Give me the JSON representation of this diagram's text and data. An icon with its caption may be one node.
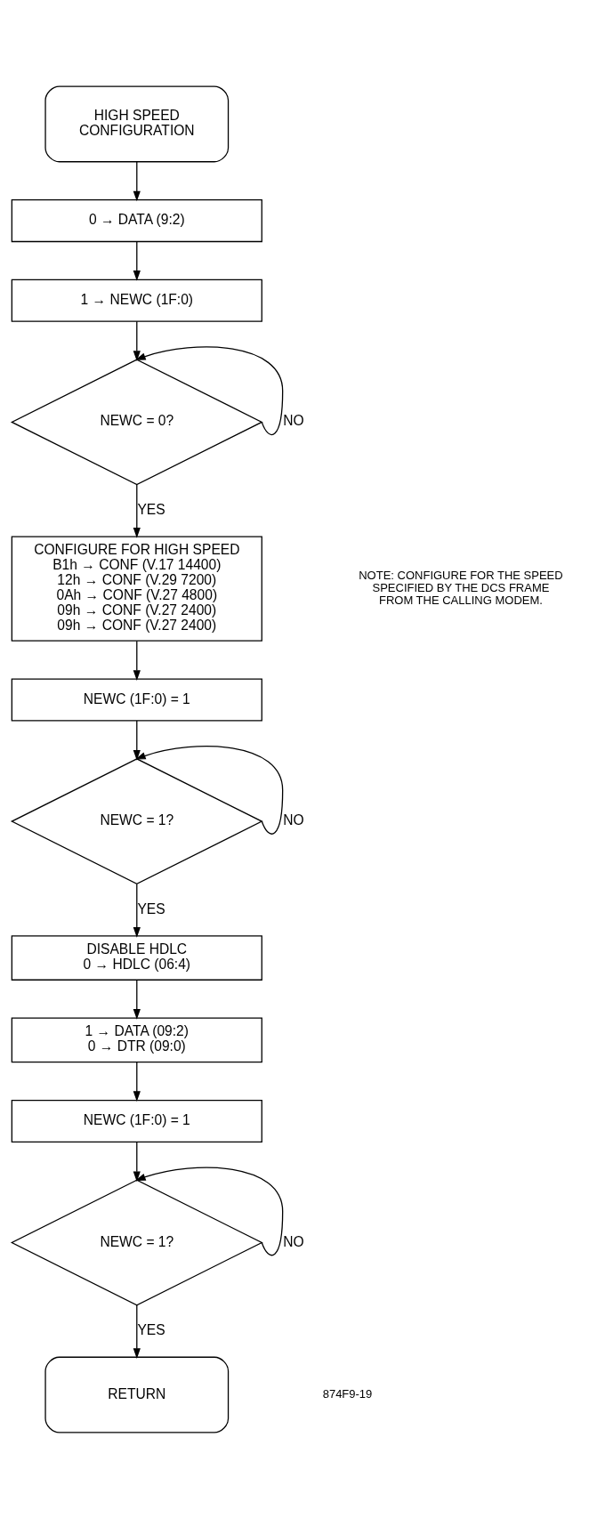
{
  "diagram": {
    "nodes": [
      {
        "text": [
          "HIGH SPEED CONFIGURATION"
        ]
      },
      {
        "text": [
          "0 → DATA (9:2)"
        ]
      },
      {
        "text": [
          "1 → NEWC (1F:0)"
        ]
      },
      {
        "text": [
          "NEWC = 0?"
        ]
      },
      {
        "text": [
          "CONFIGURE FOR HIGH SPEED",
          "B1h → CONF (V.17 14400)",
          "12h → CONF (V.29 7200)",
          "0Ah → CONF (V.27 4800)",
          "09h → CONF (V.27 2400)",
          "09h → CONF (V.27 2400)"
        ]
      },
      {
        "text": [
          "NEWC (1F:0) = 1"
        ]
      },
      {
        "text": [
          "NEWC = 1?"
        ]
      },
      {
        "text": [
          "DISABLE HDLC",
          "0 → HDLC (06:4)"
        ]
      },
      {
        "text": [
          "1 → DATA (09:2)",
          "0 → DTR (09:0)"
        ]
      },
      {
        "text": [
          "NEWC (1F:0) = 1"
        ]
      },
      {
        "text": [
          "NEWC = 1?"
        ]
      },
      {
        "text": [
          "RETURN"
        ]
      }
    ],
    "edges": [
      {
        "from": 0,
        "to": 1,
        "arrow": "to"
      },
      {
        "from": 1,
        "to": 2,
        "arrow": "to"
      },
      {
        "from": 2,
        "to": 3,
        "arrow": "to"
      },
      {
        "from": 3,
        "to": 3,
        "label": "NO",
        "arrow": "to"
      },
      {
        "from": 3,
        "to": 4,
        "label": "YES",
        "arrow": "to"
      },
      {
        "from": 4,
        "to": 5,
        "arrow": "to"
      },
      {
        "from": 5,
        "to": 6,
        "arrow": "to"
      },
      {
        "from": 6,
        "to": 6,
        "label": "NO",
        "arrow": "to"
      },
      {
        "from": 6,
        "to": 7,
        "label": "YES",
        "arrow": "to"
      },
      {
        "from": 7,
        "to": 8,
        "arrow": "to"
      },
      {
        "from": 8,
        "to": 9,
        "arrow": "to"
      },
      {
        "from": 9,
        "to": 10,
        "arrow": "to"
      },
      {
        "from": 10,
        "to": 10,
        "label": "NO",
        "arrow": "to"
      },
      {
        "from": 10,
        "to": 11,
        "label": "YES",
        "arrow": "to"
      }
    ],
    "labels": [
      "NOTE: CONFIGURE FOR THE SPEED SPECIFIED BY THE DCS FRAME FROM THE CALLING MODEM.",
      "874F9-19"
    ]
  }
}
